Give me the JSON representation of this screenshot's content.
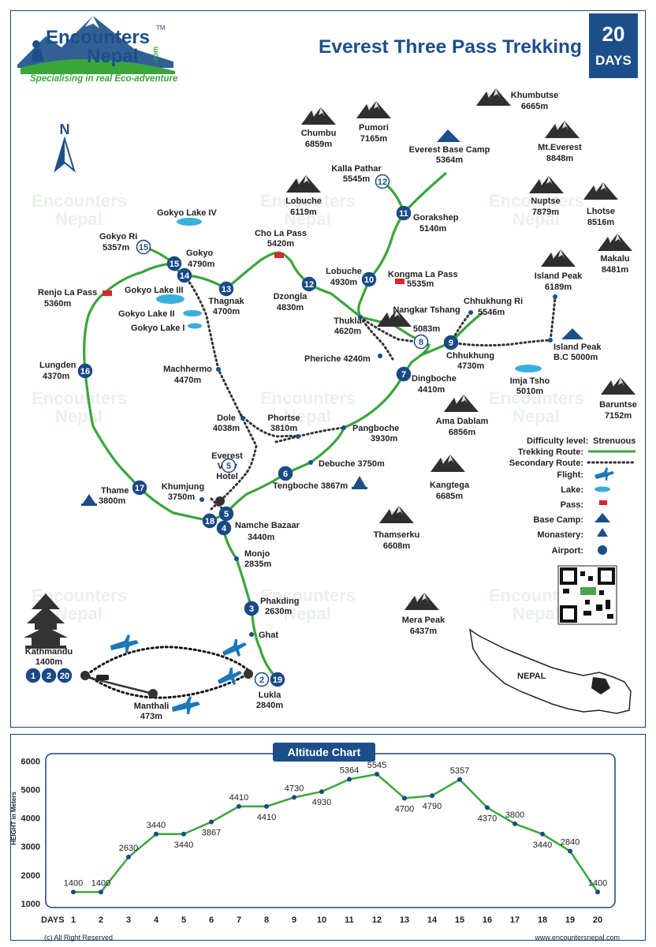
{
  "header": {
    "brand_line1": "Encounters",
    "brand_line2": "Nepal",
    "brand_tm": "TM",
    "brand_domain": ".com",
    "tagline": "Specialising in real Eco-adventure",
    "title": "Everest Three Pass Trekking",
    "days_number": "20",
    "days_label": "DAYS"
  },
  "map": {
    "north_label": "N",
    "country_label": "NEPAL",
    "colors": {
      "route": "#3aa63a",
      "marker": "#1a4a85",
      "lake": "#39b0dc",
      "pass": "#d9262b",
      "mountain": "#2b2b2b"
    },
    "mountains": [
      {
        "name": "Chumbu",
        "alt": "6859m"
      },
      {
        "name": "Pumori",
        "alt": "7165m"
      },
      {
        "name": "Khumbutse",
        "alt": "6665m"
      },
      {
        "name": "Mt.Everest",
        "alt": "8848m"
      },
      {
        "name": "Lobuche",
        "alt": "6119m"
      },
      {
        "name": "Nuptse",
        "alt": "7879m"
      },
      {
        "name": "Lhotse",
        "alt": "8516m"
      },
      {
        "name": "Makalu",
        "alt": "8481m"
      },
      {
        "name": "Island Peak",
        "alt": "6189m"
      },
      {
        "name": "Baruntse",
        "alt": "7152m"
      },
      {
        "name": "Ama Dablam",
        "alt": "6856m"
      },
      {
        "name": "Kangtega",
        "alt": "6685m"
      },
      {
        "name": "Thamserku",
        "alt": "6608m"
      },
      {
        "name": "Mera Peak",
        "alt": "6437m"
      },
      {
        "name": "Nangkar Tshang",
        "alt": "5083m"
      }
    ],
    "places": [
      {
        "name": "Everest Base Camp",
        "alt": "5364m"
      },
      {
        "name": "Kalla Pathar",
        "alt": "5545m"
      },
      {
        "name": "Gorakshep",
        "alt": "5140m"
      },
      {
        "name": "Lobuche",
        "alt": "4930m"
      },
      {
        "name": "Kongma La Pass",
        "alt": "5535m"
      },
      {
        "name": "Cho La Pass",
        "alt": "5420m"
      },
      {
        "name": "Dzongla",
        "alt": "4830m"
      },
      {
        "name": "Thukla",
        "alt": "4620m"
      },
      {
        "name": "Pheriche 4240m"
      },
      {
        "name": "Dingboche",
        "alt": "4410m"
      },
      {
        "name": "Chhukhung Ri",
        "alt": "5546m"
      },
      {
        "name": "Chhukhung",
        "alt": "4730m"
      },
      {
        "name": "Island Peak",
        "alt": "B.C 5000m"
      },
      {
        "name": "Imja Tsho",
        "alt": "5010m"
      },
      {
        "name": "Gokyo Lake IV"
      },
      {
        "name": "Gokyo Ri",
        "alt": "5357m"
      },
      {
        "name": "Gokyo",
        "alt": "4790m"
      },
      {
        "name": "Gokyo Lake III"
      },
      {
        "name": "Gokyo Lake II"
      },
      {
        "name": "Gokyo Lake I"
      },
      {
        "name": "Thagnak",
        "alt": "4700m"
      },
      {
        "name": "Renjo La Pass",
        "alt": "5360m"
      },
      {
        "name": "Lungden",
        "alt": "4370m"
      },
      {
        "name": "Machhermo",
        "alt": "4470m"
      },
      {
        "name": "Dole",
        "alt": "4038m"
      },
      {
        "name": "Phortse",
        "alt": "3810m"
      },
      {
        "name": "Pangboche",
        "alt": "3930m"
      },
      {
        "name": "Debuche 3750m"
      },
      {
        "name": "Tengboche 3867m"
      },
      {
        "name": "Everest",
        "alt": "View"
      },
      {
        "name": "Hotel"
      },
      {
        "name": "Khumjung",
        "alt": "3750m"
      },
      {
        "name": "Thame",
        "alt": "3800m"
      },
      {
        "name": "Namche Bazaar",
        "alt": "3440m"
      },
      {
        "name": "Monjo",
        "alt": "2835m"
      },
      {
        "name": "Phakding",
        "alt": "2630m"
      },
      {
        "name": "Ghat"
      },
      {
        "name": "Lukla",
        "alt": "2840m"
      },
      {
        "name": "Kathmandu",
        "alt": "1400m"
      },
      {
        "name": "Manthali",
        "alt": "473m"
      }
    ],
    "legend": {
      "difficulty_label": "Difficulty level:",
      "difficulty_value": "Strenuous",
      "trekking_route": "Trekking Route:",
      "secondary_route": "Secondary Route:",
      "flight": "Flight:",
      "lake": "Lake:",
      "pass": "Pass:",
      "base_camp": "Base Camp:",
      "monastery": "Monastery:",
      "airport": "Airport:"
    },
    "day_markers": [
      "1",
      "2",
      "3",
      "4",
      "5",
      "6",
      "7",
      "8",
      "9",
      "10",
      "11",
      "12",
      "13",
      "14",
      "15",
      "16",
      "17",
      "18",
      "19",
      "20"
    ]
  },
  "chart_data": {
    "type": "line",
    "title": "Altitude Chart",
    "xlabel": "DAYS",
    "ylabel": "HEIGHT in Meters",
    "x": [
      1,
      2,
      3,
      4,
      5,
      6,
      7,
      8,
      9,
      10,
      11,
      12,
      13,
      14,
      15,
      16,
      17,
      18,
      19,
      20
    ],
    "values": [
      1400,
      1400,
      2630,
      3440,
      3440,
      3867,
      4410,
      4410,
      4730,
      4930,
      5364,
      5545,
      4700,
      4790,
      5357,
      4370,
      3800,
      3440,
      2840,
      1400
    ],
    "yticks": [
      1000,
      2000,
      3000,
      4000,
      5000,
      6000
    ],
    "ylim": [
      550,
      6600
    ],
    "grid": false,
    "line_color": "#3aa63a",
    "marker_color": "#1a4a85"
  },
  "footer": {
    "copyright": "(c) All Right Reserved",
    "website": "www.encountersnepal.com"
  }
}
